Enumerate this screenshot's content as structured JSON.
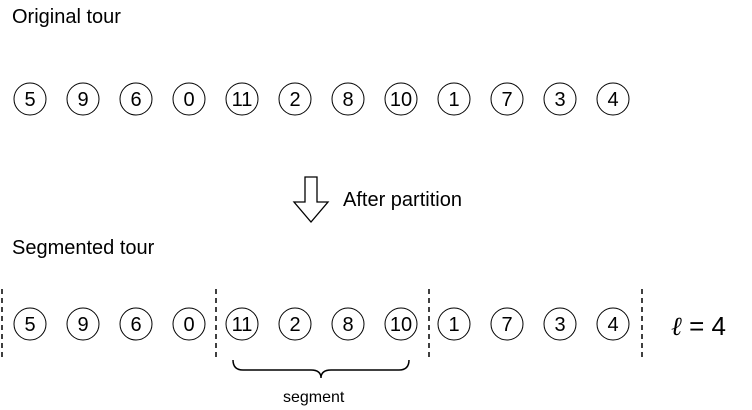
{
  "original": {
    "title": "Original tour",
    "nodes": [
      "5",
      "9",
      "6",
      "0",
      "11",
      "2",
      "8",
      "10",
      "1",
      "7",
      "3",
      "4"
    ]
  },
  "arrow_label": "After partition",
  "segmented": {
    "title": "Segmented tour",
    "segments": [
      [
        "5",
        "9",
        "6",
        "0"
      ],
      [
        "11",
        "2",
        "8",
        "10"
      ],
      [
        "1",
        "7",
        "3",
        "4"
      ]
    ],
    "brace_label": "segment",
    "ell_symbol": "ℓ",
    "ell_rest": " = 4"
  },
  "colors": {
    "stroke": "#000000",
    "background": "#ffffff"
  }
}
